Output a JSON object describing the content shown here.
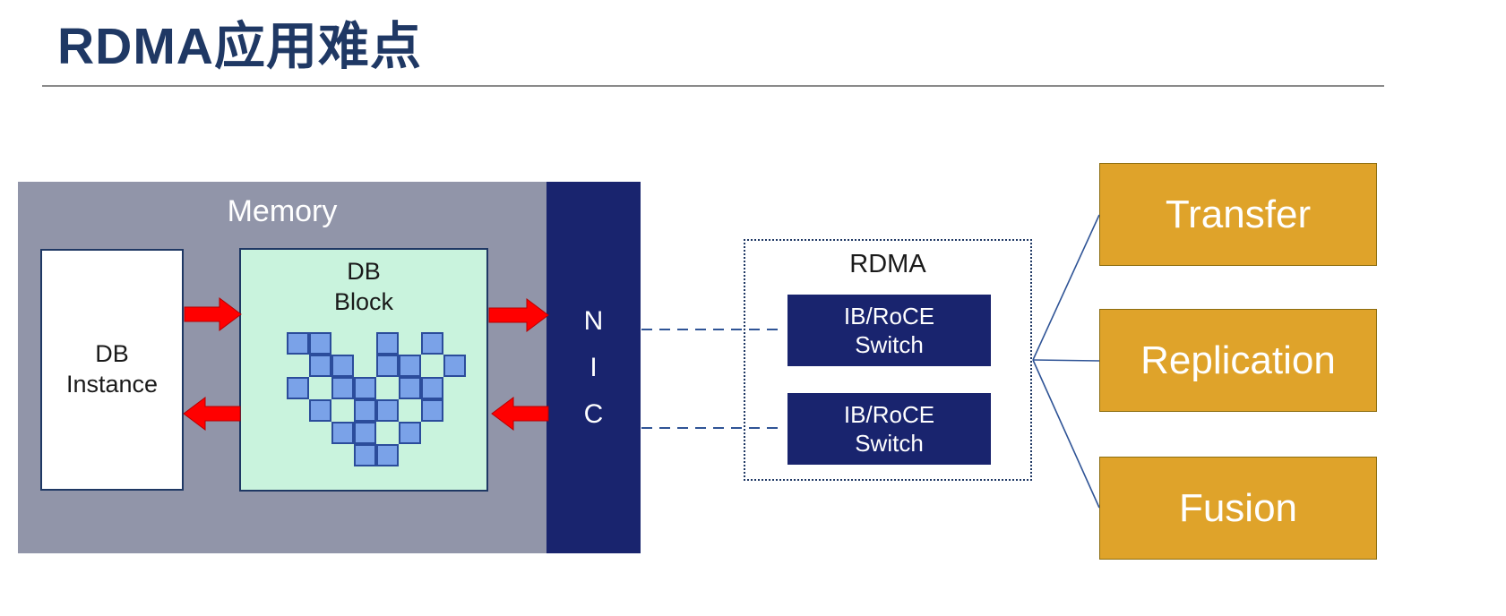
{
  "page": {
    "title": "RDMA应用难点"
  },
  "diagram": {
    "memory": {
      "label": "Memory"
    },
    "db_instance": {
      "lines": [
        "DB",
        "Instance"
      ]
    },
    "db_block": {
      "lines": [
        "DB",
        "Block"
      ]
    },
    "nic": {
      "letters": [
        "N",
        "I",
        "C"
      ]
    },
    "rdma_group": {
      "label": "RDMA"
    },
    "switches": [
      {
        "line1": "IB/RoCE",
        "line2": "Switch"
      },
      {
        "line1": "IB/RoCE",
        "line2": "Switch"
      }
    ],
    "outcomes": [
      {
        "label": "Transfer"
      },
      {
        "label": "Replication"
      },
      {
        "label": "Fusion"
      }
    ],
    "block_squares": [
      [
        0,
        0
      ],
      [
        1,
        0
      ],
      [
        4,
        0
      ],
      [
        6,
        0
      ],
      [
        1,
        1
      ],
      [
        2,
        1
      ],
      [
        4,
        1
      ],
      [
        5,
        1
      ],
      [
        7,
        1
      ],
      [
        0,
        2
      ],
      [
        2,
        2
      ],
      [
        3,
        2
      ],
      [
        5,
        2
      ],
      [
        6,
        2
      ],
      [
        1,
        3
      ],
      [
        3,
        3
      ],
      [
        4,
        3
      ],
      [
        6,
        3
      ],
      [
        2,
        4
      ],
      [
        3,
        4
      ],
      [
        5,
        4
      ],
      [
        3,
        5
      ],
      [
        4,
        5
      ]
    ]
  },
  "colors": {
    "title_navy": "#1F3864",
    "memory_gray": "#9195A9",
    "block_green": "#C9F3DD",
    "square_blue": "#7AA2E8",
    "square_border": "#2B4C9B",
    "dark_navy": "#19246E",
    "arrow_red": "#FF0000",
    "arrow_red_dark": "#B80000",
    "gold": "#DFA32A",
    "gold_border": "#8C6D10",
    "line_navy": "#2F5496",
    "rule_gray": "#8a8a8a"
  }
}
